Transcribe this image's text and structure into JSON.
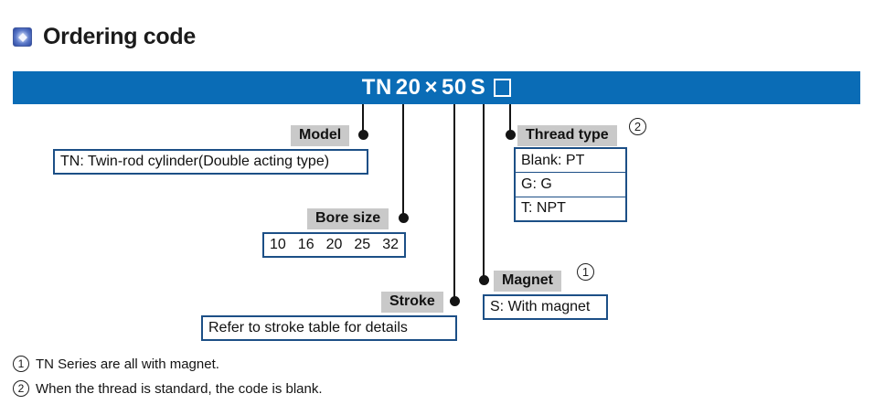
{
  "header": {
    "title": "Ordering code",
    "icon": "blue-gem-square-icon"
  },
  "code_banner": {
    "full_code": "TN 20 × 50 S □",
    "segments": {
      "model": "TN",
      "bore": "20",
      "separator": "×",
      "stroke": "50",
      "magnet": "S",
      "thread": "□"
    }
  },
  "sections": {
    "model": {
      "label": "Model",
      "value": "TN: Twin-rod cylinder(Double acting type)"
    },
    "bore_size": {
      "label": "Bore size",
      "values": [
        "10",
        "16",
        "20",
        "25",
        "32"
      ]
    },
    "stroke": {
      "label": "Stroke",
      "value": "Refer to stroke table for details"
    },
    "magnet": {
      "label": "Magnet",
      "value": "S: With magnet",
      "note_marker": "1"
    },
    "thread_type": {
      "label": "Thread type",
      "note_marker": "2",
      "options": [
        "Blank: PT",
        "G: G",
        "T: NPT"
      ]
    }
  },
  "notes": [
    {
      "marker": "1",
      "text": "TN Series are all with magnet."
    },
    {
      "marker": "2",
      "text": "When the thread is standard, the code is blank."
    }
  ],
  "colors": {
    "banner_blue": "#0a6cb6",
    "box_border": "#1c4f86",
    "label_grey": "#c9c9c9",
    "line_black": "#141414"
  }
}
